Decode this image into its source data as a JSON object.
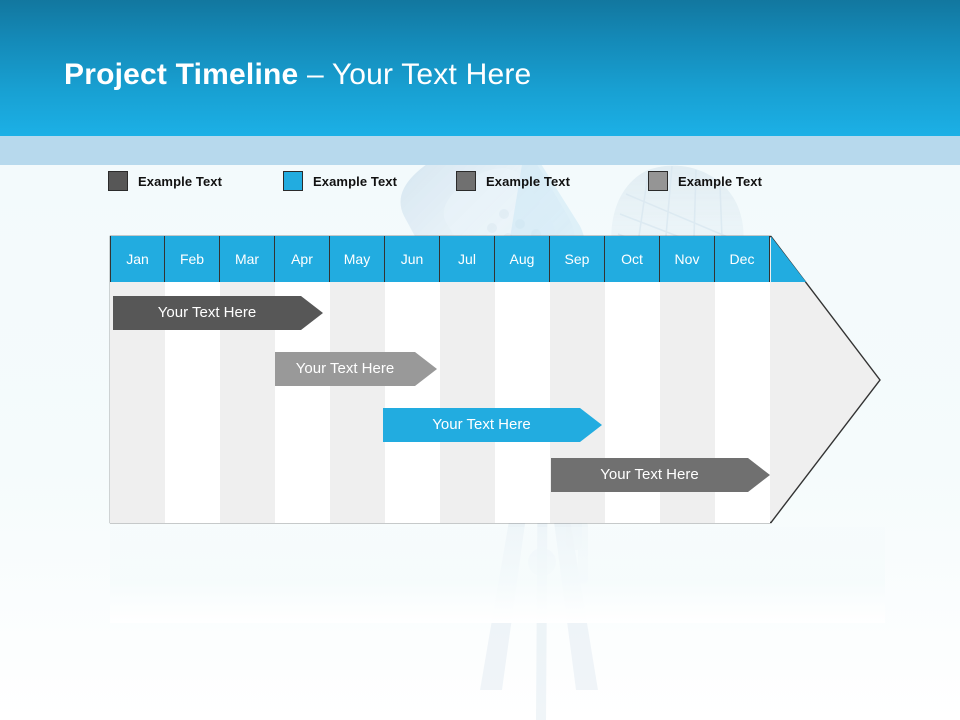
{
  "slide": {
    "title_bold": "Project Timeline",
    "title_light": " – Your Text Here"
  },
  "colors": {
    "header_top": "#12779f",
    "header_bottom": "#1cb0e6",
    "sub_band": "#b7d9ed",
    "accent_cyan": "#22ace0",
    "bar_dark_gray": "#575757",
    "bar_light_gray": "#999999",
    "bar_cyan": "#22ace0",
    "bar_medium_gray": "#707070",
    "column_shade": "#efefef",
    "column_plain": "#ffffff",
    "grid_outline": "#333333"
  },
  "legend": {
    "items": [
      {
        "label": "Example Text",
        "color": "#575757",
        "x": 0,
        "swatch": "legend-swatch-dark-gray"
      },
      {
        "label": "Example Text",
        "color": "#22ace0",
        "x": 175,
        "swatch": "legend-swatch-cyan"
      },
      {
        "label": "Example Text",
        "color": "#707070",
        "x": 348,
        "swatch": "legend-swatch-medium-gray"
      },
      {
        "label": "Example Text",
        "color": "#959595",
        "x": 540,
        "swatch": "legend-swatch-light-gray"
      }
    ]
  },
  "chart_data": {
    "type": "bar",
    "title": "Project Timeline – Your Text Here",
    "xlabel": "",
    "ylabel": "",
    "categories": [
      "Jan",
      "Feb",
      "Mar",
      "Apr",
      "May",
      "Jun",
      "Jul",
      "Aug",
      "Sep",
      "Oct",
      "Nov",
      "Dec"
    ],
    "grid": true,
    "legend_position": "top",
    "series": [
      {
        "name": "Your  Text Here",
        "color": "#575757",
        "start_month": "Jan",
        "end_month": "Apr",
        "start_index": 0,
        "span_months": 3.8,
        "row": 1,
        "label": "Your  Text Here"
      },
      {
        "name": "Your  Text Here",
        "color": "#999999",
        "start_month": "Apr",
        "end_month": "Jul",
        "start_index": 3,
        "span_months": 2.9,
        "row": 2,
        "label": "Your  Text Here"
      },
      {
        "name": "Your  Text Here",
        "color": "#22ace0",
        "start_month": "Jun",
        "end_month": "Sep",
        "start_index": 5,
        "span_months": 4.0,
        "row": 3,
        "label": "Your  Text Here"
      },
      {
        "name": "Your  Text Here",
        "color": "#707070",
        "start_month": "Sep",
        "end_month": "Dec",
        "start_index": 8,
        "span_months": 4.0,
        "row": 4,
        "label": "Your  Text Here"
      }
    ]
  },
  "months": {
    "jan": "Jan",
    "feb": "Feb",
    "mar": "Mar",
    "apr": "Apr",
    "may": "May",
    "jun": "Jun",
    "jul": "Jul",
    "aug": "Aug",
    "sep": "Sep",
    "oct": "Oct",
    "nov": "Nov",
    "dec": "Dec"
  },
  "bars": {
    "bar1": "Your  Text Here",
    "bar2": "Your  Text Here",
    "bar3": "Your  Text Here",
    "bar4": "Your  Text Here"
  }
}
